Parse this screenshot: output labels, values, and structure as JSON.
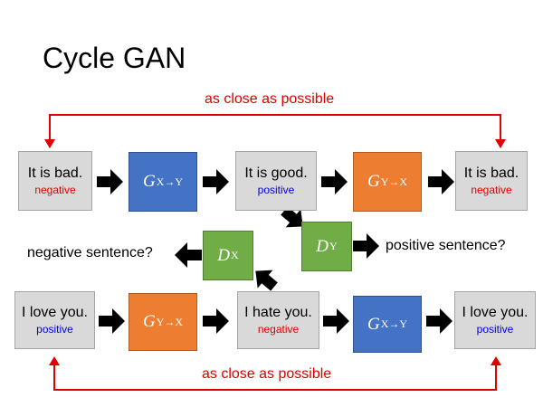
{
  "title": "Cycle GAN",
  "top_label": "as close as possible",
  "bottom_label": "as close as possible",
  "top_row": {
    "input": {
      "text": "It is bad.",
      "tag": "negative"
    },
    "g1": {
      "name": "G",
      "sub": "X→Y"
    },
    "middle": {
      "text": "It is good.",
      "tag": "positive"
    },
    "g2": {
      "name": "G",
      "sub": "Y→X"
    },
    "output": {
      "text": "It is bad.",
      "tag": "negative"
    }
  },
  "discriminators": {
    "dx": {
      "name": "D",
      "sub": "X",
      "question": "negative sentence?"
    },
    "dy": {
      "name": "D",
      "sub": "Y",
      "question": "positive sentence?"
    }
  },
  "bottom_row": {
    "input": {
      "text": "I love you.",
      "tag": "positive"
    },
    "g1": {
      "name": "G",
      "sub": "Y→X"
    },
    "middle": {
      "text": "I hate you.",
      "tag": "negative"
    },
    "g2": {
      "name": "G",
      "sub": "X→Y"
    },
    "output": {
      "text": "I love you.",
      "tag": "positive"
    }
  },
  "colors": {
    "generator_xy": "#4472c4",
    "generator_yx": "#ed7d31",
    "discriminator": "#70ad47",
    "sentence_box": "#d9d9d9",
    "negative": "#e00000",
    "positive": "#0000e0",
    "cycle_line": "#e00000"
  }
}
